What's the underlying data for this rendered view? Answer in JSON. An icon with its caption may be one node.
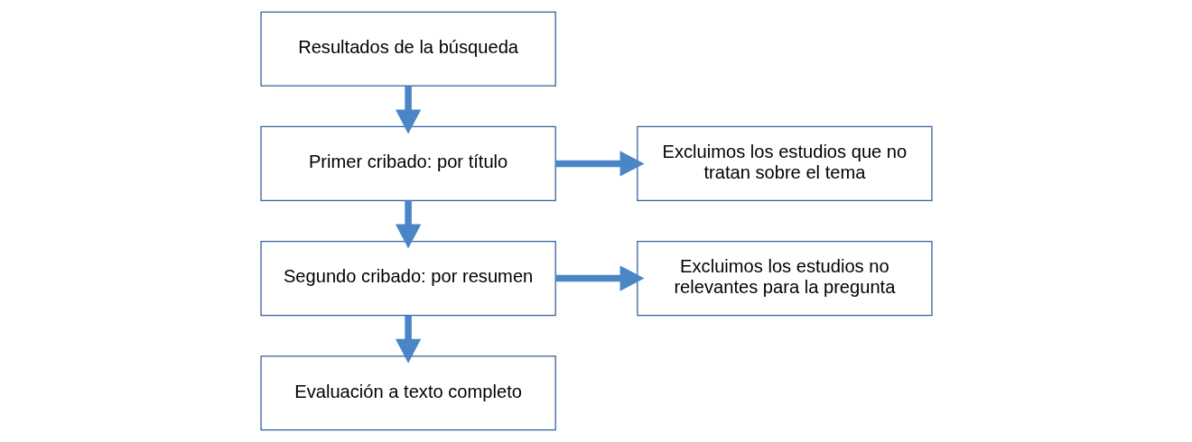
{
  "diagram": {
    "nodes": [
      {
        "text": [
          "Resultados de la búsqueda"
        ]
      },
      {
        "text": [
          "Primer cribado: por título"
        ]
      },
      {
        "text": [
          "Excluimos los estudios que no tratan sobre el tema"
        ]
      },
      {
        "text": [
          "Segundo cribado: por resumen"
        ]
      },
      {
        "text": [
          "Excluimos los estudios no relevantes para la pregunta"
        ]
      },
      {
        "text": [
          "Evaluación a texto completo"
        ]
      }
    ],
    "edges": [
      {
        "from": 0,
        "to": 1,
        "arrow": "to"
      },
      {
        "from": 1,
        "to": 2,
        "arrow": "to"
      },
      {
        "from": 1,
        "to": 3,
        "arrow": "to"
      },
      {
        "from": 3,
        "to": 4,
        "arrow": "to"
      },
      {
        "from": 3,
        "to": 5,
        "arrow": "to"
      }
    ]
  }
}
